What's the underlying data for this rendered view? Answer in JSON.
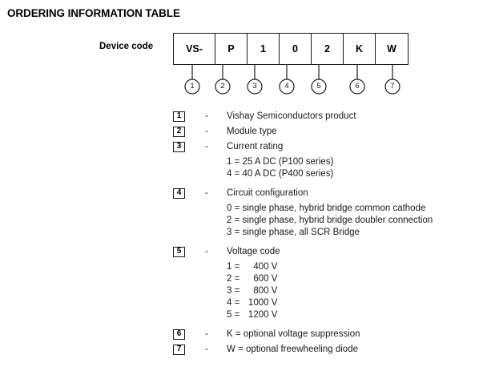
{
  "document": {
    "title": "ORDERING INFORMATION TABLE"
  },
  "device_code": {
    "label": "Device code",
    "cells": [
      "VS-",
      "P",
      "1",
      "0",
      "2",
      "K",
      "W"
    ],
    "callouts": [
      "1",
      "2",
      "3",
      "4",
      "5",
      "6",
      "7"
    ]
  },
  "legend": [
    {
      "number": "1",
      "dash": "-",
      "description": "Vishay Semiconductors product",
      "sublines": []
    },
    {
      "number": "2",
      "dash": "-",
      "description": "Module type",
      "sublines": []
    },
    {
      "number": "3",
      "dash": "-",
      "description": "Current rating",
      "sublines": [
        "1 = 25 A DC (P100 series)",
        "4 = 40 A DC (P400 series)"
      ]
    },
    {
      "number": "4",
      "dash": "-",
      "description": "Circuit configuration",
      "sublines": [
        "0 = single phase, hybrid bridge common cathode",
        "2 = single phase, hybrid bridge doubler connection",
        "3 = single phase, all SCR Bridge"
      ]
    },
    {
      "number": "5",
      "dash": "-",
      "description": "Voltage code",
      "voltage_rows": [
        {
          "key": "1 =",
          "value": "400",
          "unit": "V"
        },
        {
          "key": "2 =",
          "value": "600",
          "unit": "V"
        },
        {
          "key": "3 =",
          "value": "800",
          "unit": "V"
        },
        {
          "key": "4 =",
          "value": "1000",
          "unit": "V"
        },
        {
          "key": "5 =",
          "value": "1200",
          "unit": "V"
        }
      ]
    },
    {
      "number": "6",
      "dash": "-",
      "description": "K = optional voltage suppression",
      "sublines": []
    },
    {
      "number": "7",
      "dash": "-",
      "description": "W = optional freewheeling diode",
      "sublines": []
    }
  ],
  "colors": {
    "ink": "#1a1a1a",
    "rule": "#1a1a1a",
    "page": "#ffffff"
  }
}
